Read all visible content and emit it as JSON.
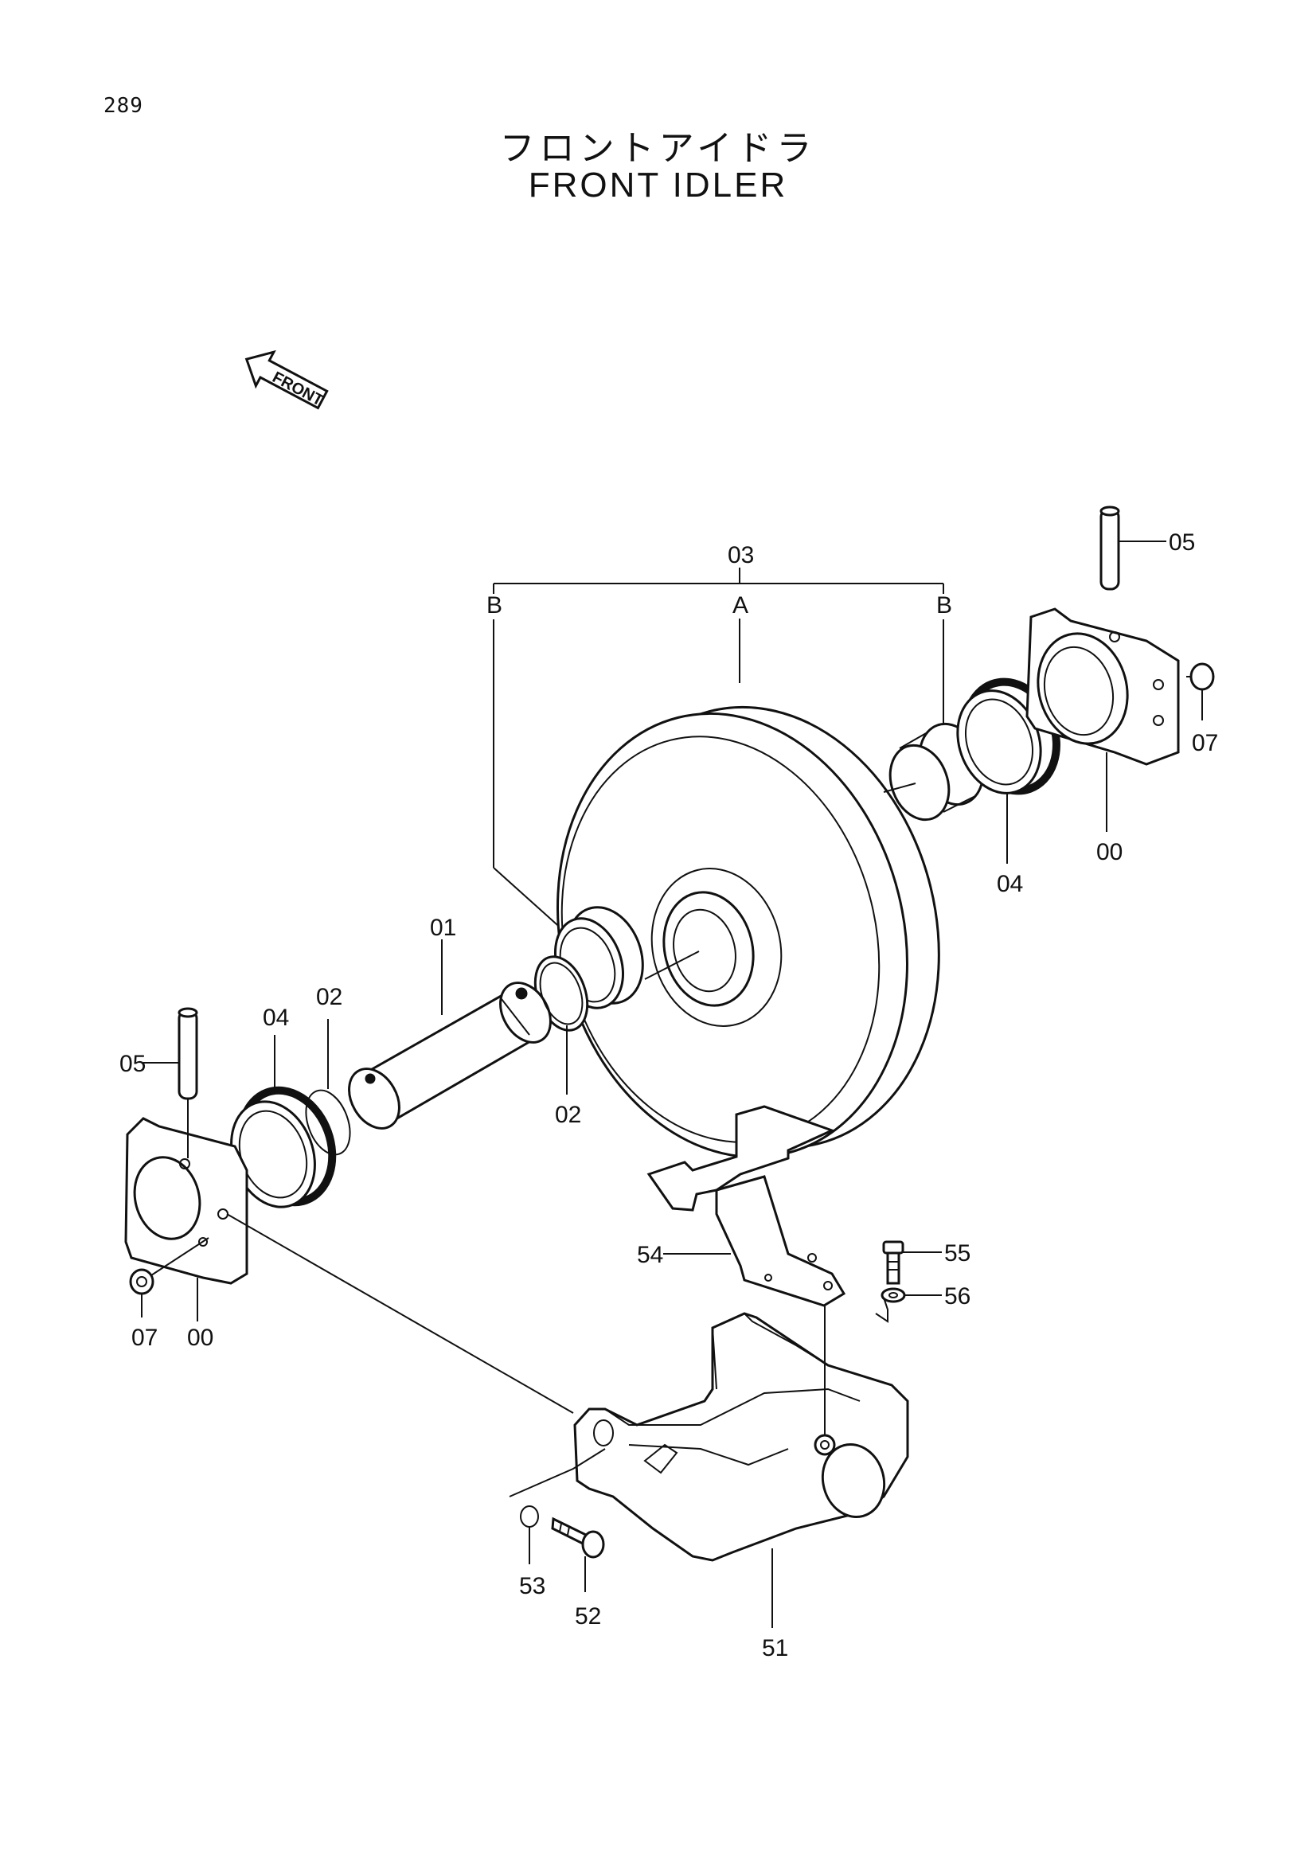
{
  "page_number": "289",
  "title_japanese": "フロントアイドラ",
  "title_english": "FRONT IDLER",
  "front_arrow_label": "FRONT",
  "callouts": {
    "c03": "03",
    "cA": "A",
    "cB_left": "B",
    "cB_right": "B",
    "c05_right": "05",
    "c07_right": "07",
    "c00_right": "00",
    "c04_right": "04",
    "c01": "01",
    "c02_upper": "02",
    "c02_lower": "02",
    "c04_left": "04",
    "c05_left": "05",
    "c07_left": "07",
    "c00_left": "00",
    "c54": "54",
    "c55": "55",
    "c56": "56",
    "c53": "53",
    "c52": "52",
    "c51": "51"
  }
}
